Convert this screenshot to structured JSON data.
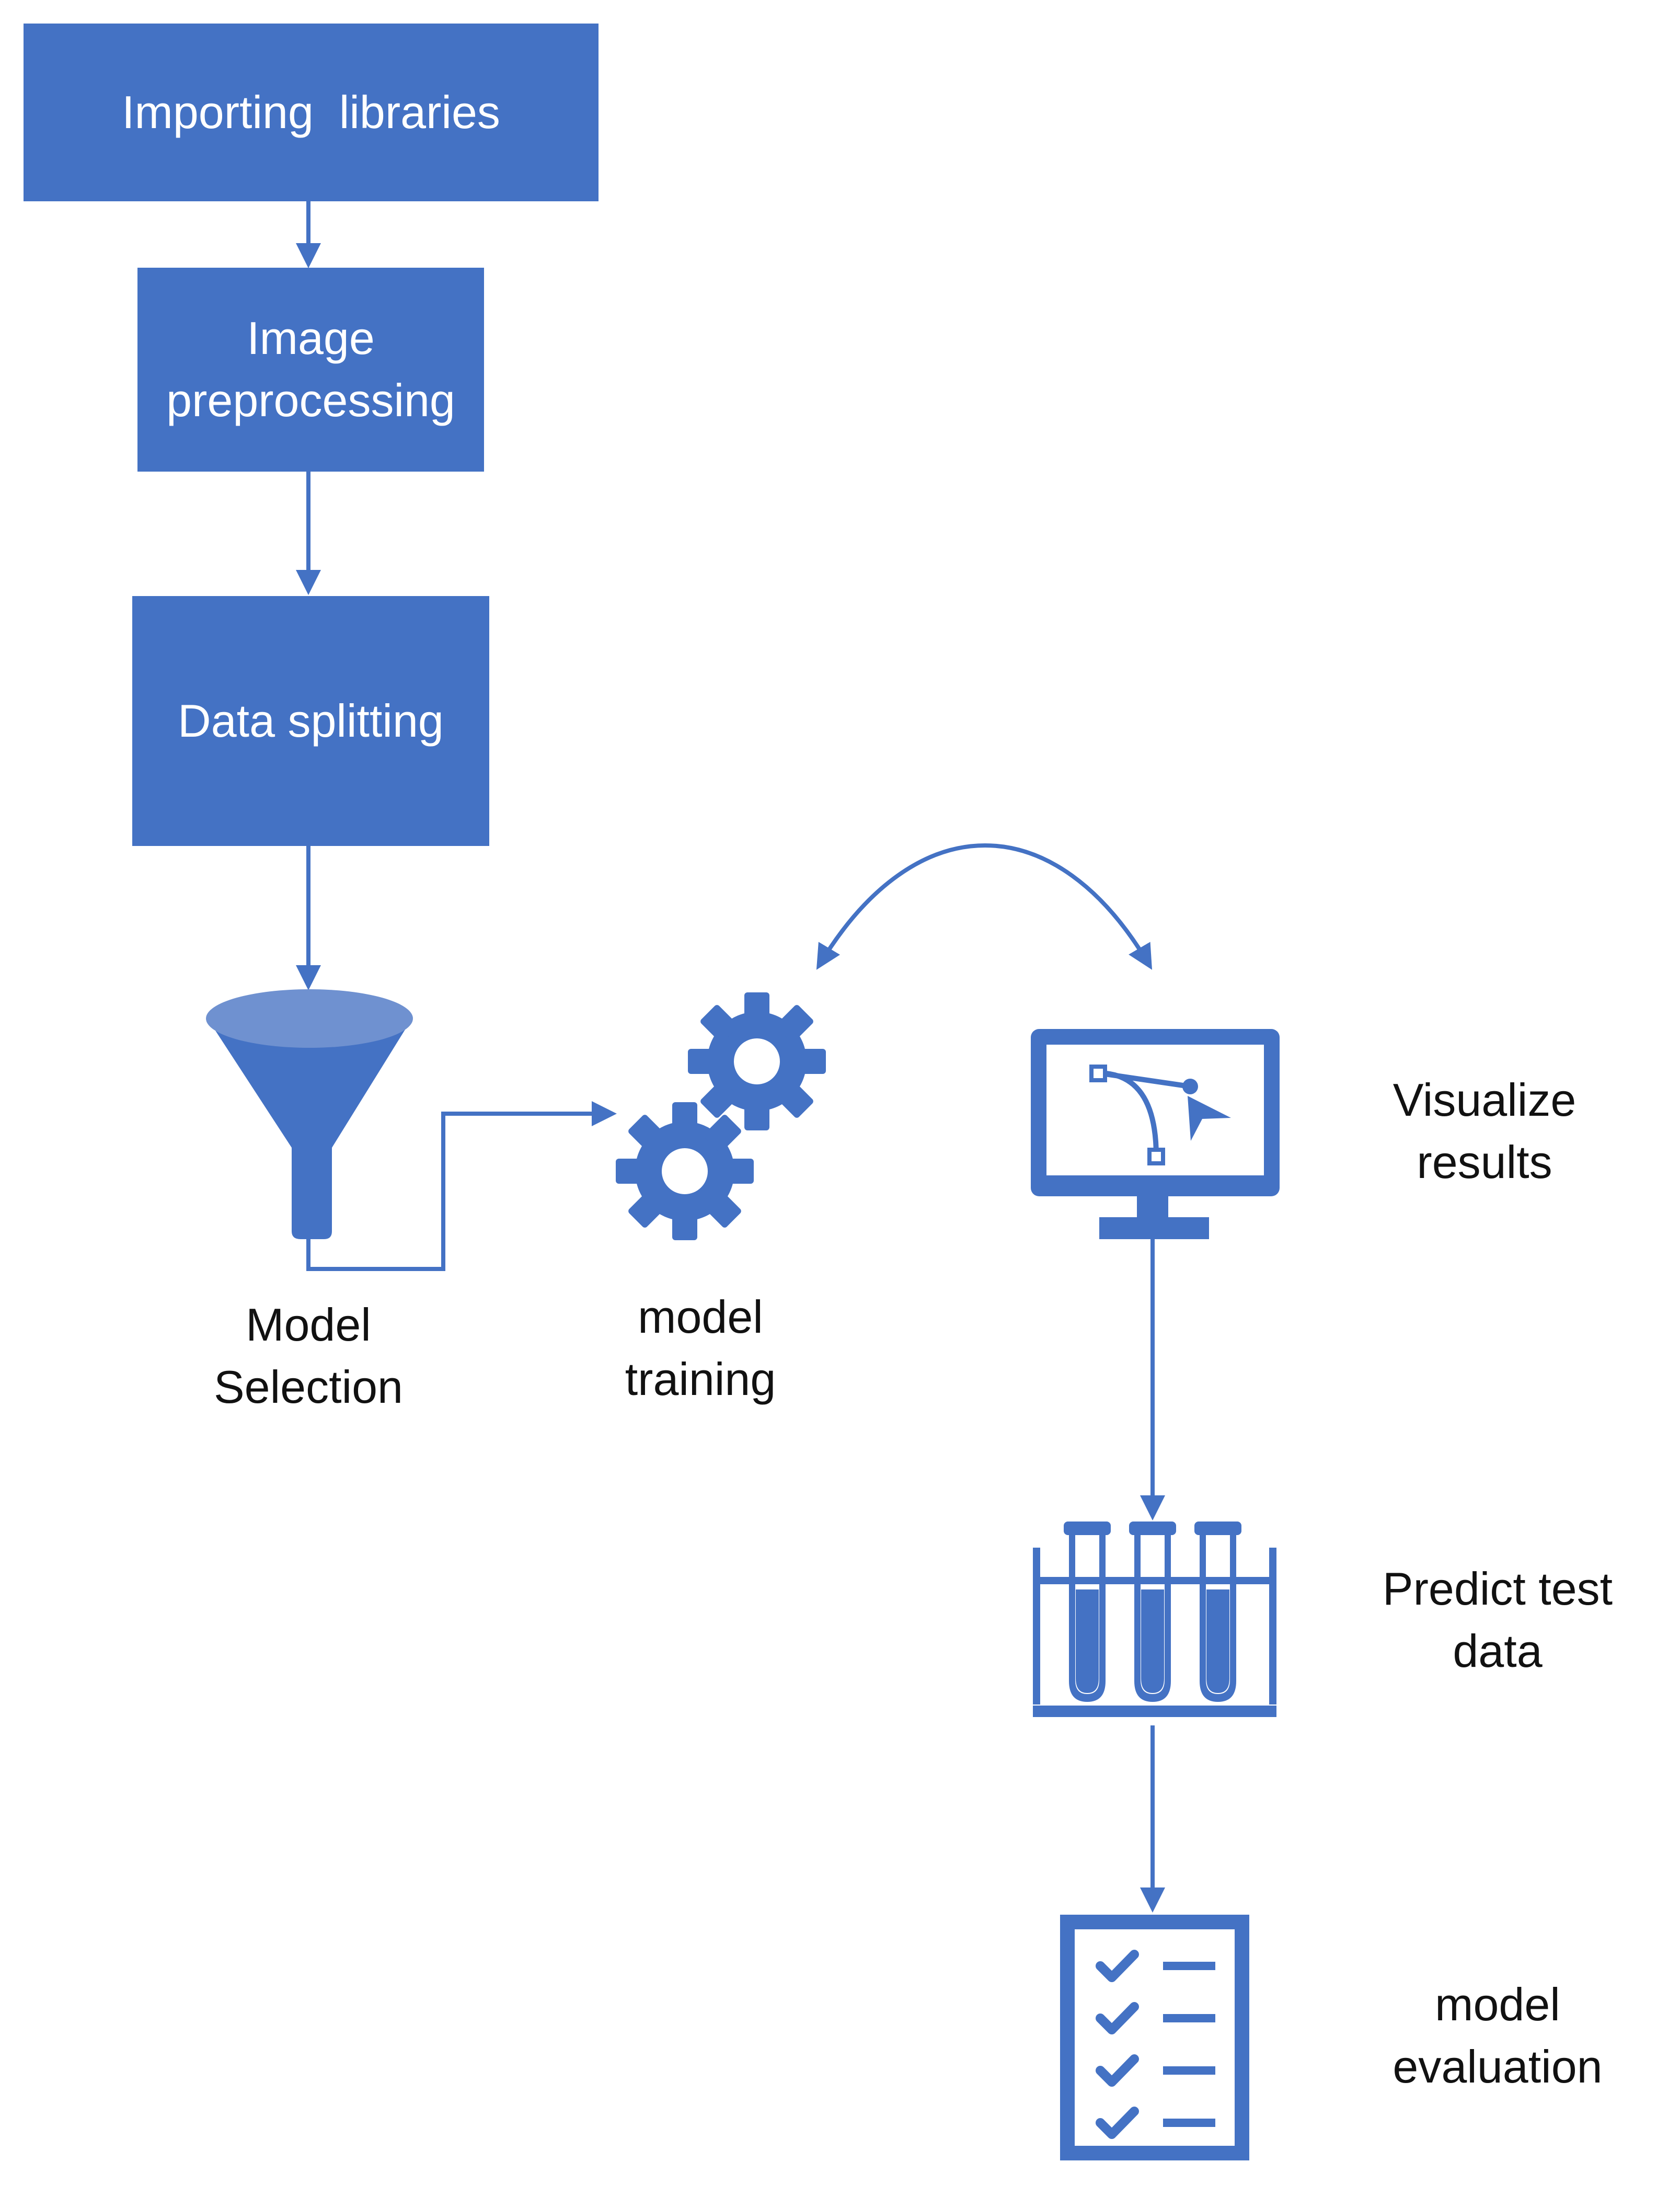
{
  "colors": {
    "accent": "#4472C4",
    "accent_light": "#6F91D0",
    "text": "#111111",
    "background": "#FFFFFF"
  },
  "steps": {
    "importing": {
      "label": "Importing  libraries"
    },
    "preprocessing": {
      "line1": "Image",
      "line2": "preprocessing"
    },
    "splitting": {
      "label": "Data splitting"
    },
    "model_selection": {
      "line1": "Model",
      "line2": "Selection",
      "icon": "funnel-icon"
    },
    "model_training": {
      "line1": "model",
      "line2": "training",
      "icon": "gears-icon"
    },
    "visualize": {
      "line1": "Visualize",
      "line2": "results",
      "icon": "monitor-curve-icon"
    },
    "predict": {
      "line1": "Predict test",
      "line2": "data",
      "icon": "test-tubes-icon"
    },
    "evaluation": {
      "line1": "model",
      "line2": "evaluation",
      "icon": "checklist-icon"
    }
  }
}
